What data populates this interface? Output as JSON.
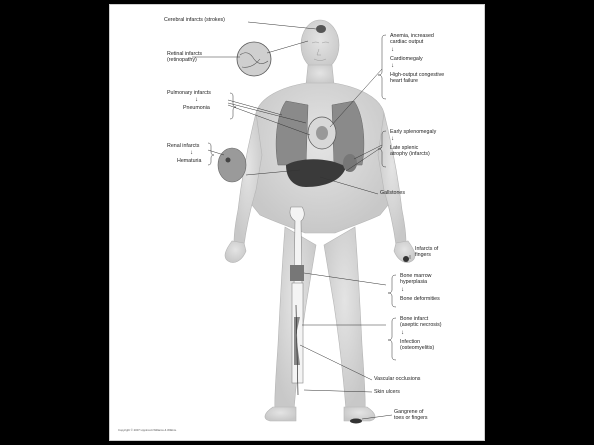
{
  "labels": {
    "cerebral": "Cerebral infarcts (strokes)",
    "retinal_1": "Retinal infarcts",
    "retinal_2": "(retinopathy)",
    "pulmonary": "Pulmonary infarcts",
    "pneumonia": "Pneumonia",
    "renal": "Renal infarcts",
    "hematuria": "Hematuria",
    "anemia_1": "Anemia, increased",
    "anemia_2": "cardiac output",
    "cardiomegaly": "Cardiomegaly",
    "hoc_1": "High-output congestive",
    "hoc_2": "heart failure",
    "early_spleno": "Early splenomegaly",
    "late_splenic_1": "Late splenic",
    "late_splenic_2": "atrophy (infarcts)",
    "gallstones": "Gallstones",
    "fingers_1": "Infarcts of",
    "fingers_2": "fingers",
    "marrow_1": "Bone marrow",
    "marrow_2": "hyperplasia",
    "deformities": "Bone deformities",
    "bone_infarct_1": "Bone infarct",
    "bone_infarct_2": "(aseptic necrosis)",
    "infection_1": "Infection",
    "infection_2": "(osteomyelitis)",
    "vascular": "Vascular occlusions",
    "ulcers": "Skin ulcers",
    "gangrene_1": "Gangrene of",
    "gangrene_2": "toes or fingers"
  },
  "copyright": "Copyright © 2007 Lippincott Williams & Wilkins."
}
